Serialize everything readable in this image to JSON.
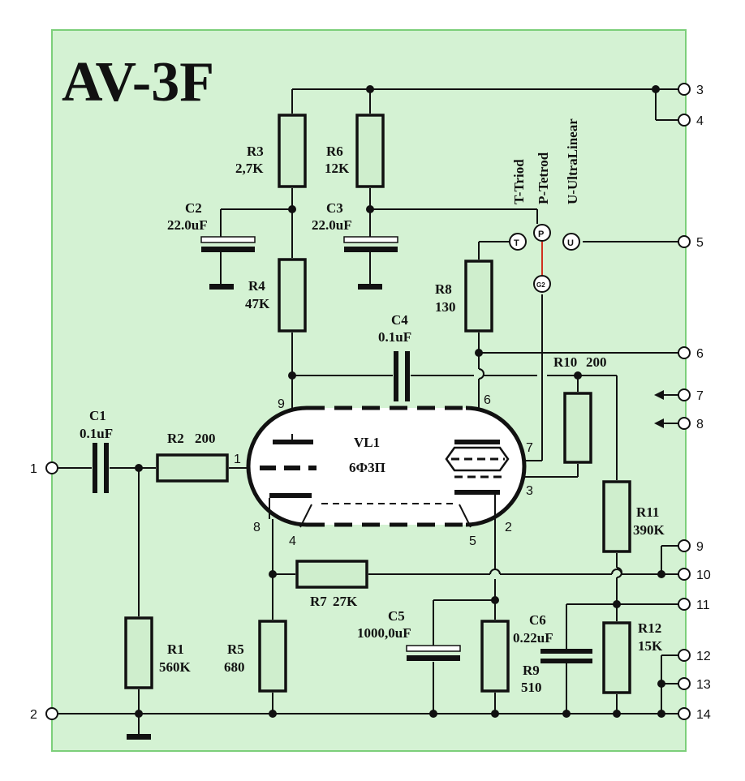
{
  "title": "AV-3F",
  "mode_legend": {
    "triode": "T-Triod",
    "tetrode": "P-Tetrod",
    "ultralinear": "U-UltraLinear"
  },
  "switch": {
    "t": "T",
    "p": "P",
    "u": "U",
    "g2": "G2"
  },
  "tube": {
    "name": "VL1",
    "type": "6Ф3П",
    "pins": {
      "p9": "9",
      "p1": "1",
      "p8": "8",
      "p4": "4",
      "p6": "6",
      "p7": "7",
      "p3": "3",
      "p5": "5",
      "p2": "2"
    }
  },
  "components": {
    "r1": {
      "name": "R1",
      "value": "560K"
    },
    "r2": {
      "name": "R2",
      "value": "200"
    },
    "r3": {
      "name": "R3",
      "value": "2,7K"
    },
    "r4": {
      "name": "R4",
      "value": "47K"
    },
    "r5": {
      "name": "R5",
      "value": "680"
    },
    "r6": {
      "name": "R6",
      "value": "12K"
    },
    "r7": {
      "name": "R7",
      "value": "27K"
    },
    "r8": {
      "name": "R8",
      "value": "130"
    },
    "r9": {
      "name": "R9",
      "value": "510"
    },
    "r10": {
      "name": "R10",
      "value": "200"
    },
    "r11": {
      "name": "R11",
      "value": "390K"
    },
    "r12": {
      "name": "R12",
      "value": "15K"
    },
    "c1": {
      "name": "C1",
      "value": "0.1uF"
    },
    "c2": {
      "name": "C2",
      "value": "22.0uF"
    },
    "c3": {
      "name": "C3",
      "value": "22.0uF"
    },
    "c4": {
      "name": "C4",
      "value": "0.1uF"
    },
    "c5": {
      "name": "C5",
      "value": "1000,0uF"
    },
    "c6": {
      "name": "C6",
      "value": "0.22uF"
    }
  },
  "terminals": [
    "1",
    "2",
    "3",
    "4",
    "5",
    "6",
    "7",
    "8",
    "9",
    "10",
    "11",
    "12",
    "13",
    "14"
  ],
  "colors": {
    "board": "#d4f2d3",
    "board_border": "#7ccf7a",
    "wire": "#111111",
    "g2_link": "#d03020"
  }
}
